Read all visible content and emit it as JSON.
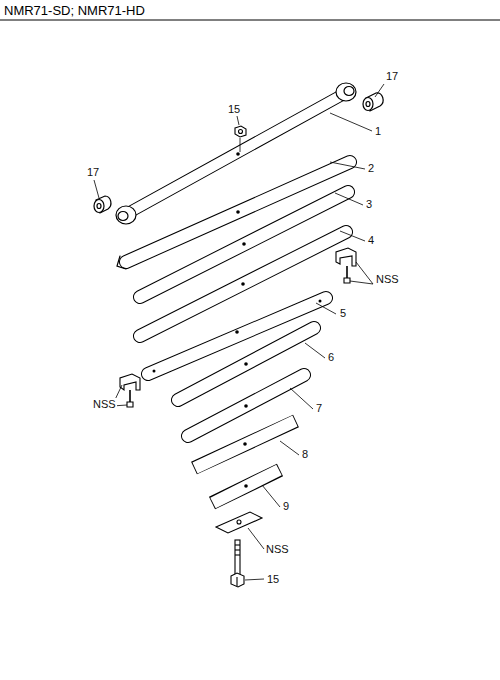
{
  "diagram": {
    "title": "NMR71-SD; NMR71-HD",
    "labels": [
      "17",
      "15",
      "1",
      "17",
      "2",
      "3",
      "4",
      "NSS",
      "5",
      "6",
      "NSS",
      "7",
      "8",
      "9",
      "NSS",
      "15"
    ]
  }
}
